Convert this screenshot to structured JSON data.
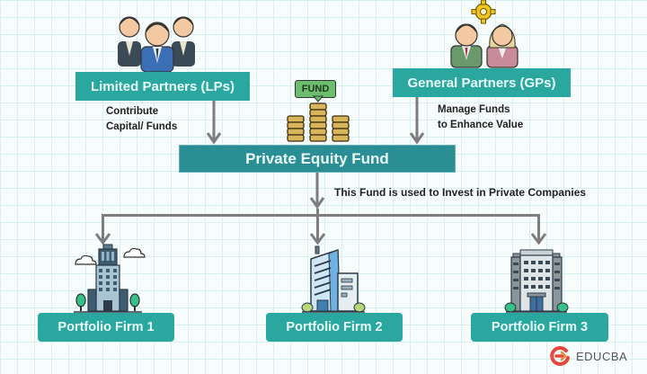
{
  "diagram": {
    "title": "Private Equity Fund",
    "colors": {
      "teal_box": "#2aa89f",
      "fund_box": "#2a8e94",
      "box_text": "#eafcfa",
      "arrow": "#7d7d7d",
      "grid_line": "#d8f0ee"
    },
    "limited_partners": {
      "label": "Limited Partners (LPs)",
      "icon": "three-investors-icon",
      "caption_line1": "Contribute",
      "caption_line2": "Capital/ Funds"
    },
    "general_partners": {
      "label": "General Partners (GPs)",
      "icon": "two-managers-with-gear-icon",
      "caption_line1": "Manage Funds",
      "caption_line2": "to Enhance Value"
    },
    "fund_icon": {
      "sign_label": "FUND",
      "icon": "coin-stacks-icon"
    },
    "fund_box": {
      "label": "Private Equity Fund",
      "caption": "This Fund is used to Invest in Private Companies"
    },
    "portfolio_firms": [
      {
        "label": "Portfolio Firm 1",
        "icon": "skyscraper-icon"
      },
      {
        "label": "Portfolio Firm 2",
        "icon": "office-building-icon"
      },
      {
        "label": "Portfolio Firm 3",
        "icon": "hotel-building-icon"
      }
    ],
    "watermark": {
      "brand": "EDUCBA",
      "logo_color": "#e8473d"
    }
  }
}
